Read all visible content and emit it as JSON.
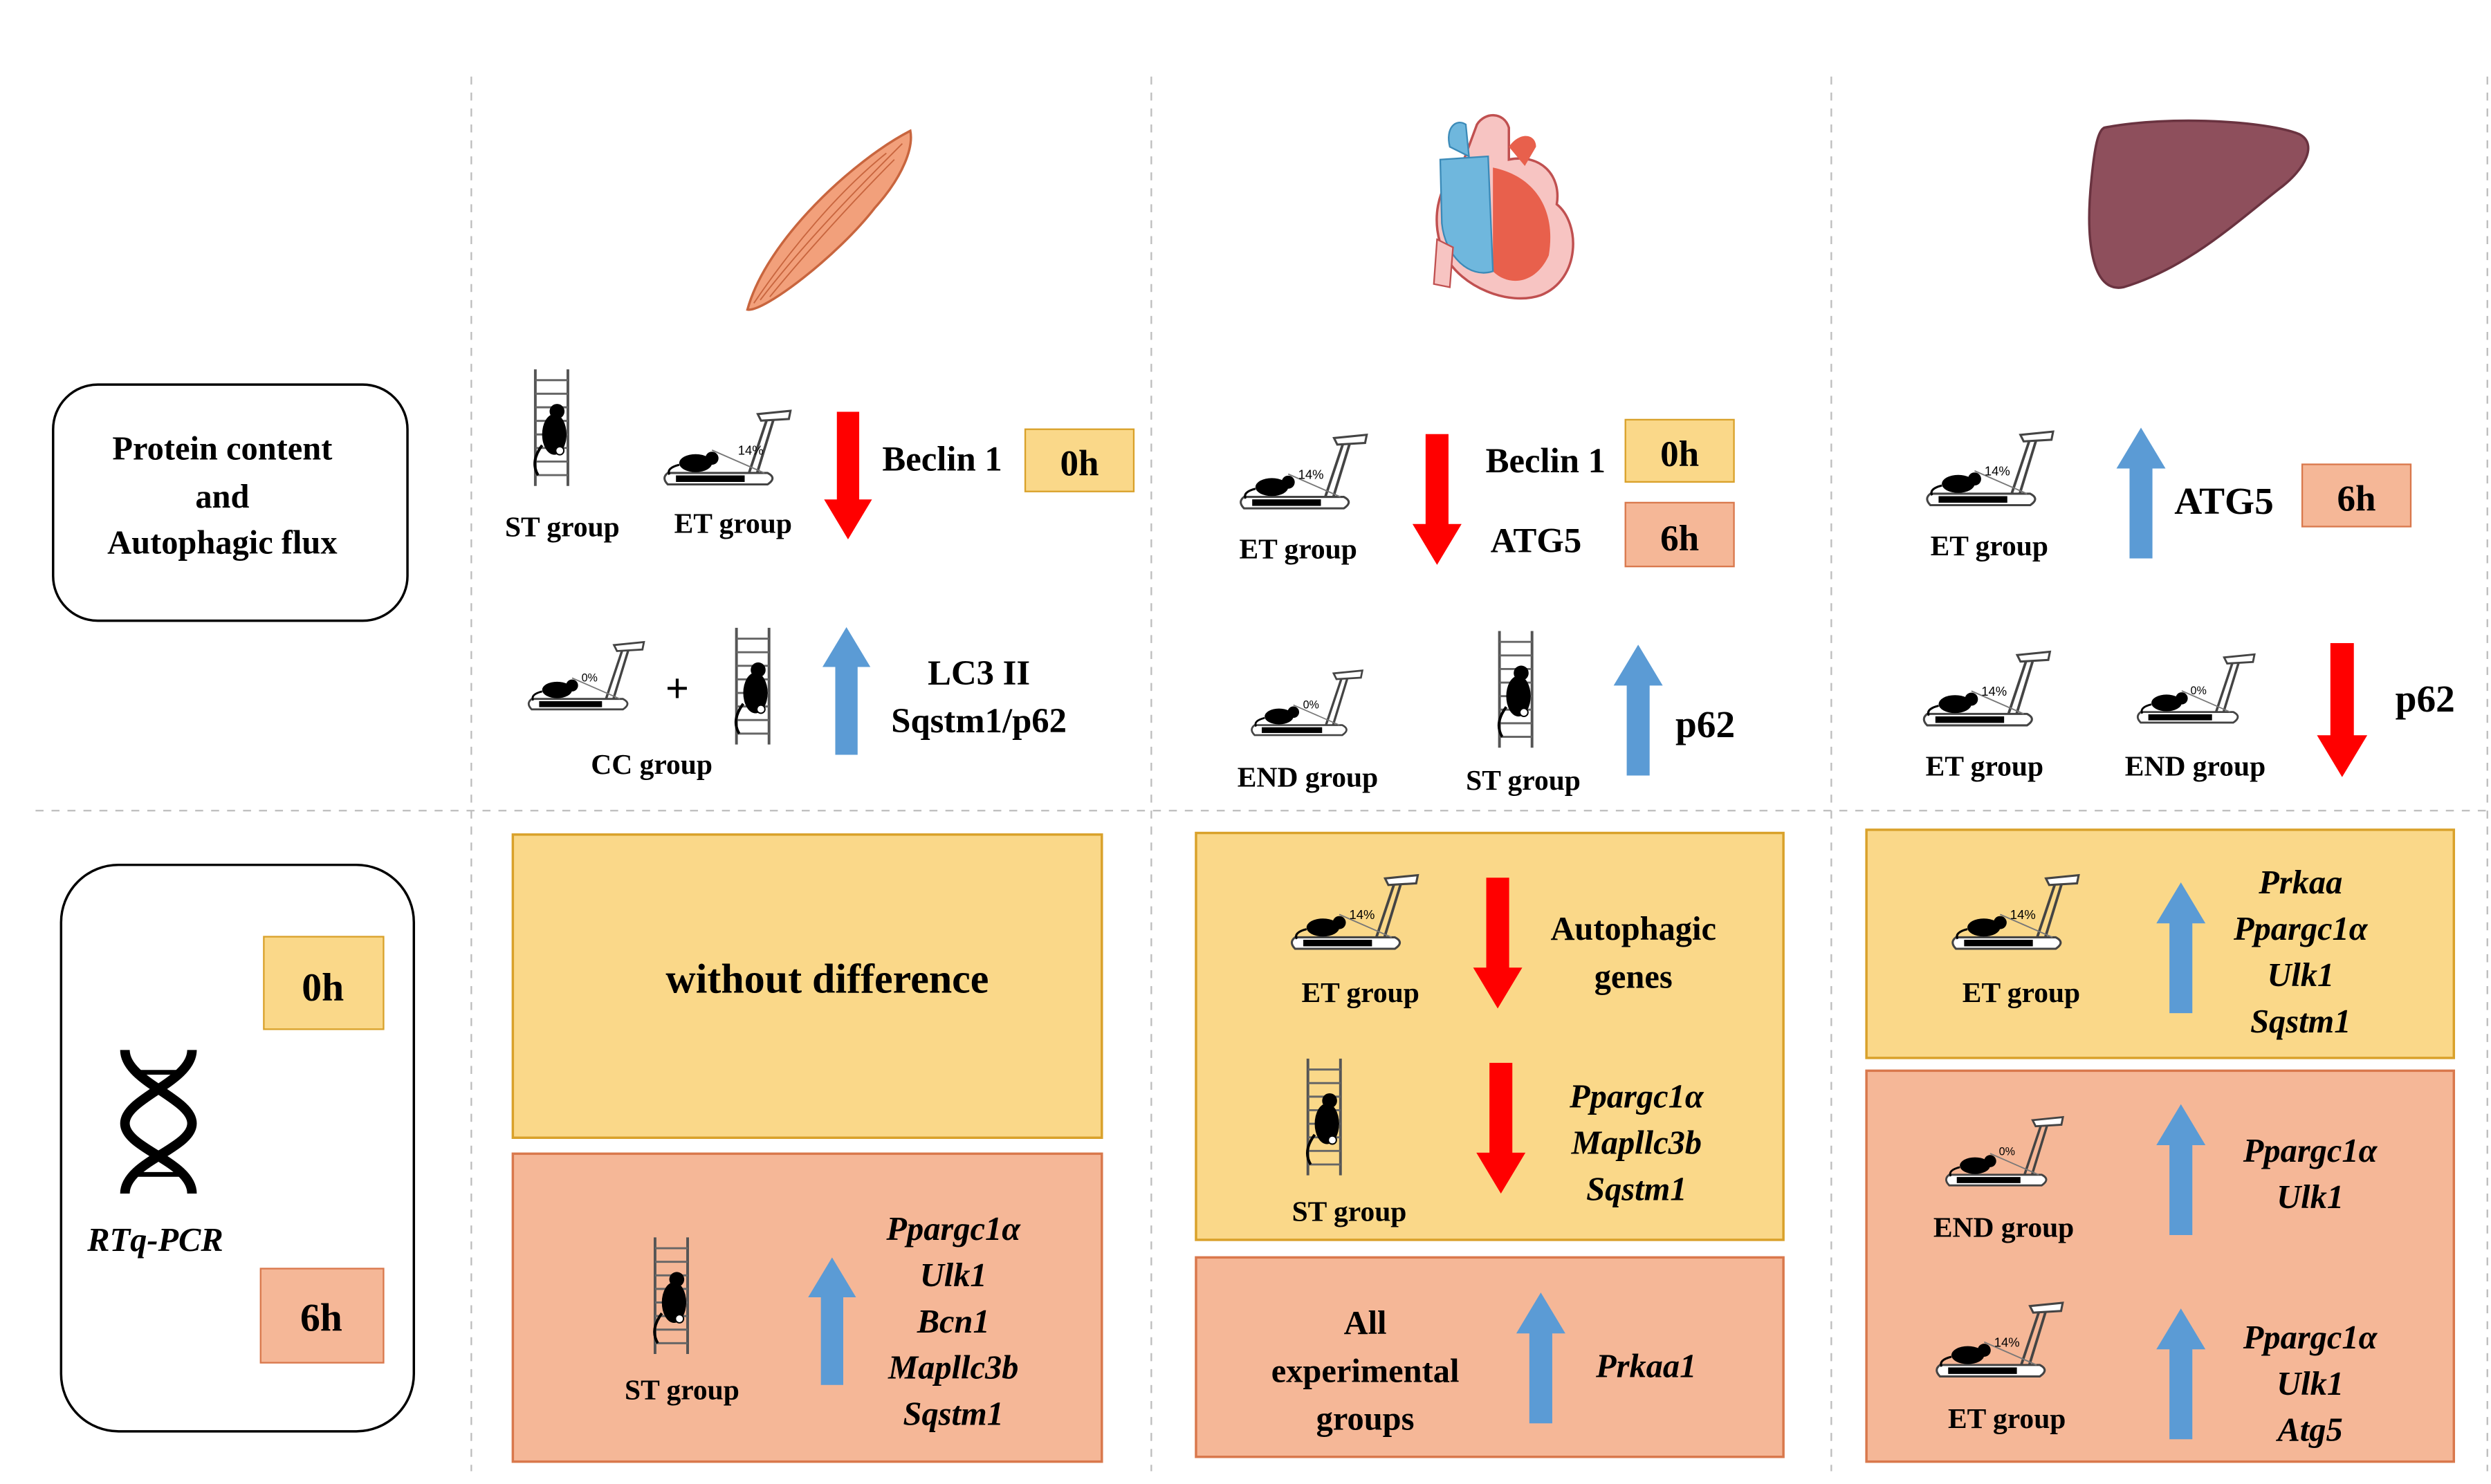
{
  "colors": {
    "yellow_fill": "#FAD889",
    "yellow_stroke": "#D9A12A",
    "orange_fill": "#F5B797",
    "orange_stroke": "#D9784C",
    "red_arrow": "#FF0000",
    "blue_arrow": "#5B9BD5"
  },
  "icons": {
    "muscle": "muscle-icon",
    "heart": "heart-icon",
    "liver": "liver-icon",
    "dna": "dna-icon",
    "ladder": "ladder-rat-icon",
    "treadmill": "treadmill-rat-icon"
  },
  "row_labels": {
    "protein": [
      "Protein content",
      "and",
      "Autophagic  flux"
    ],
    "pcr": "RTq-PCR",
    "t0": "0h",
    "t6": "6h"
  },
  "muscle": {
    "st_group": "ST group",
    "et_group": "ET group",
    "beclin": "Beclin 1",
    "badge0": "0h",
    "cc_group": "CC group",
    "plus": "+",
    "lc3": "LC3 II",
    "sqstm_p62": "Sqstm1/p62",
    "without_difference": "without difference",
    "pcr_st_group": "ST group",
    "pcr_genes": [
      "Ppargc1α",
      "Ulk1",
      "Bcn1",
      "Mapllc3b",
      "Sqstm1"
    ]
  },
  "heart": {
    "et_group": "ET group",
    "beclin": "Beclin 1",
    "atg5": "ATG5",
    "badge0": "0h",
    "badge6": "6h",
    "end_group": "END group",
    "st_group": "ST group",
    "p62": "p62",
    "pcr_et_group": "ET group",
    "autophagic_genes": [
      "Autophagic",
      "genes"
    ],
    "pcr_st_group": "ST group",
    "st_genes": [
      "Ppargc1α",
      "Mapllc3b",
      "Sqstm1"
    ],
    "all_groups": [
      "All",
      "experimental",
      "groups"
    ],
    "prkaa1": "Prkaa1"
  },
  "liver": {
    "et_group": "ET group",
    "atg5": "ATG5",
    "badge6": "6h",
    "et_group2": "ET group",
    "end_group": "END group",
    "p62": "p62",
    "pcr_et_group": "ET group",
    "et_genes": [
      "Prkaa",
      "Ppargc1α",
      "Ulk1",
      "Sqstm1"
    ],
    "pcr_end_group": "END group",
    "end_genes": [
      "Ppargc1α",
      "Ulk1"
    ],
    "pcr_et_group2": "ET group",
    "et2_genes": [
      "Ppargc1α",
      "Ulk1",
      "Atg5"
    ]
  }
}
